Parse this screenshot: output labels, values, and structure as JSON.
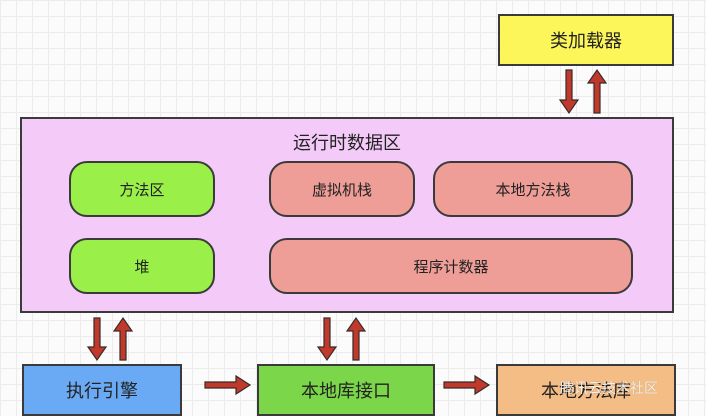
{
  "nodes": {
    "class_loader": "类加载器",
    "runtime_area": "运行时数据区",
    "method_area": "方法区",
    "vm_stack": "虚拟机栈",
    "native_method_stack": "本地方法栈",
    "heap": "堆",
    "program_counter": "程序计数器",
    "execution_engine": "执行引擎",
    "native_interface": "本地库接口",
    "native_library": "本地方法库"
  },
  "watermark": "腾讯云技术社区",
  "colors": {
    "class_loader_fill": "#fdf65a",
    "runtime_fill": "#f4cbf8",
    "green_fill": "#9aef49",
    "red_fill": "#ee9d97",
    "engine_fill": "#6aaaf5",
    "interface_fill": "#7cd64a",
    "library_fill": "#f3bd85",
    "arrow_fill": "#c0392b"
  }
}
